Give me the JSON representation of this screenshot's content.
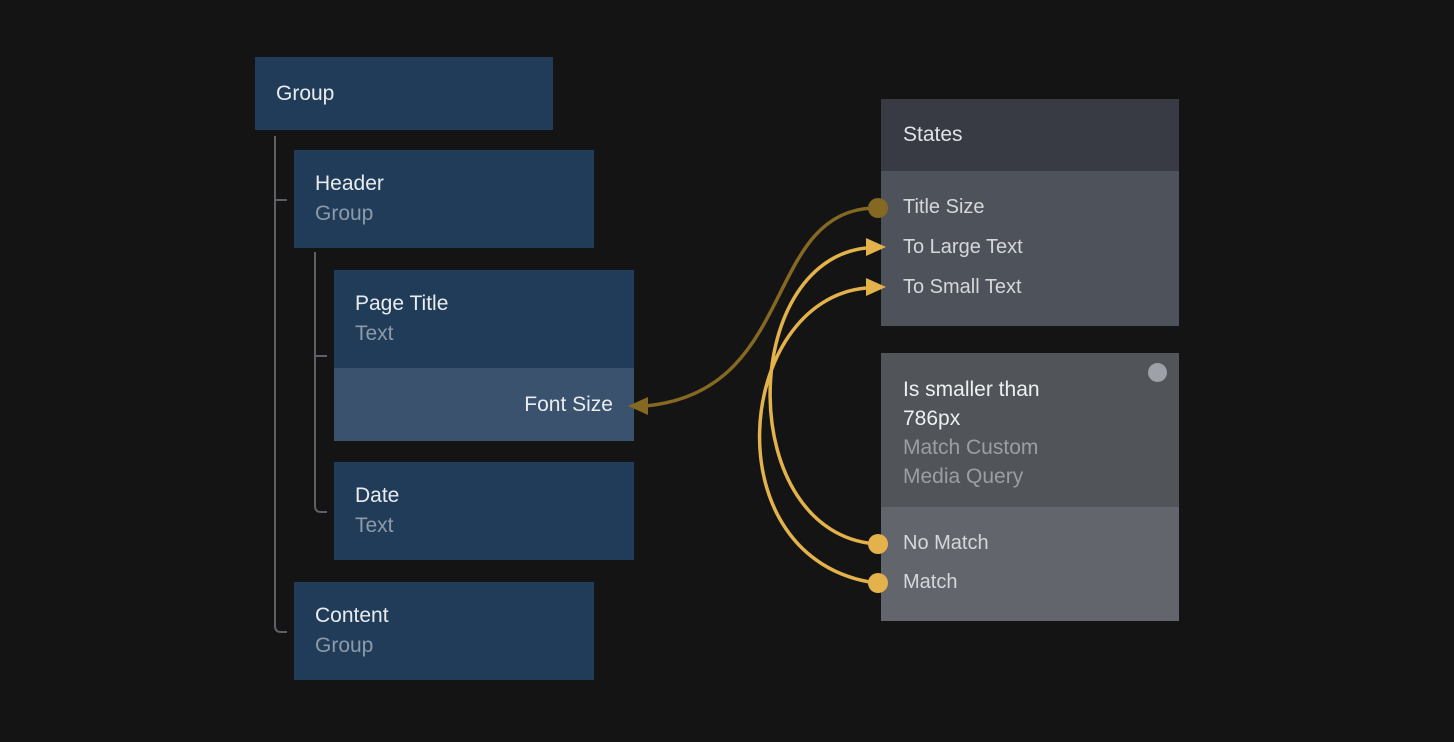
{
  "nodes": {
    "group": {
      "title": "Group"
    },
    "header": {
      "title": "Header",
      "subtitle": "Group"
    },
    "page_title": {
      "title": "Page Title",
      "subtitle": "Text",
      "override_label": "Font Size"
    },
    "date": {
      "title": "Date",
      "subtitle": "Text"
    },
    "content": {
      "title": "Content",
      "subtitle": "Group"
    }
  },
  "states_panel": {
    "title": "States",
    "items": [
      "Title Size",
      "To Large Text",
      "To Small Text"
    ]
  },
  "condition_panel": {
    "title": "Is smaller than 786px",
    "subtitle": "Match Custom Media Query",
    "items": [
      "No Match",
      "Match"
    ]
  },
  "connections": [
    {
      "from": "states-panel:Title Size",
      "to": "page-title:Font Size",
      "color": "dark-gold"
    },
    {
      "from": "condition-panel:No Match",
      "to": "states-panel:To Large Text",
      "color": "gold"
    },
    {
      "from": "condition-panel:Match",
      "to": "states-panel:To Small Text",
      "color": "gold"
    }
  ],
  "colors": {
    "background": "#141414",
    "node_fill": "#213c58",
    "node_override_fill": "#3a526e",
    "states_header_fill": "#383b44",
    "states_body_fill": "#4e525b",
    "condition_header_fill": "#515459",
    "condition_body_fill": "#62656c",
    "gold": "#e3b24b",
    "dark_gold": "#856822",
    "tree_line": "#5d6166",
    "status_dot": "#9ea1a7",
    "title_text": "#e9ecef",
    "subtitle_text": "#8d9aa9"
  }
}
